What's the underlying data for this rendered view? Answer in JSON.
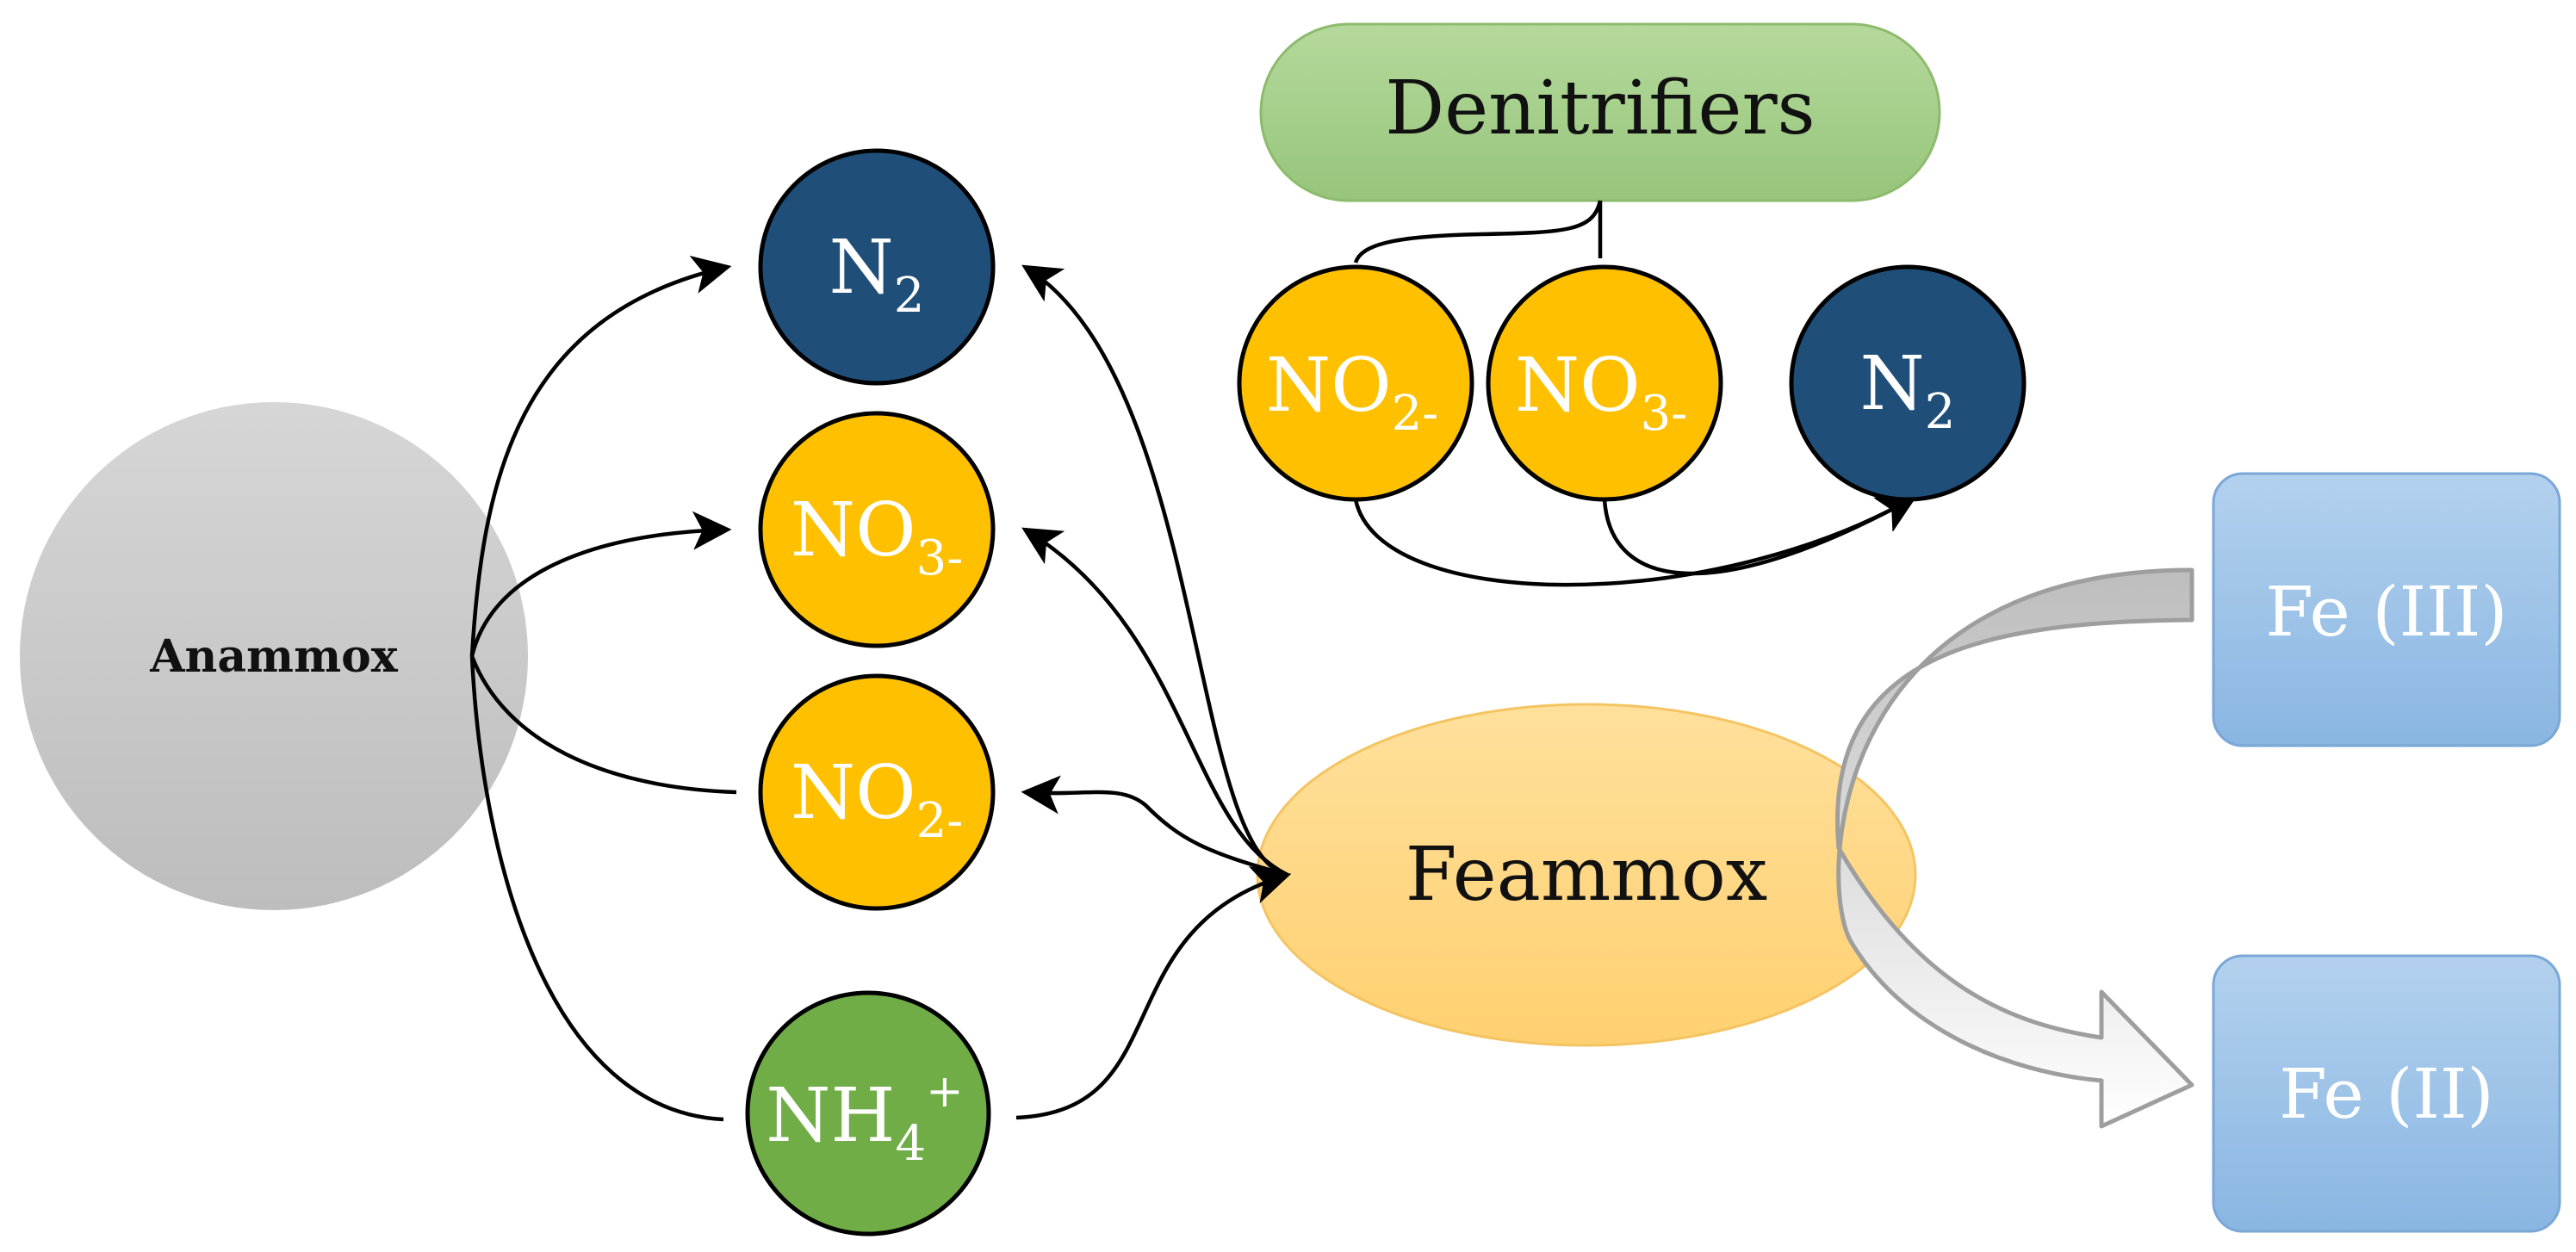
{
  "nodes": {
    "anammox": {
      "label": "Anammox"
    },
    "denitrifiers": {
      "label": "Denitrifiers"
    },
    "feammox": {
      "label": "Feammox"
    },
    "fe3": {
      "label": "Fe (III)"
    },
    "fe2": {
      "label": "Fe (II)"
    },
    "left_n2": {
      "base": "N",
      "sub": "2"
    },
    "left_no3": {
      "base": "NO",
      "sub": "3-"
    },
    "left_no2": {
      "base": "NO",
      "sub": "2-"
    },
    "nh4": {
      "base": "NH",
      "sub": "4",
      "sup": "+"
    },
    "den_no2": {
      "base": "NO",
      "sub": "2-"
    },
    "den_no3": {
      "base": "NO",
      "sub": "3-"
    },
    "den_n2": {
      "base": "N",
      "sub": "2"
    }
  },
  "colors": {
    "navy": "#1f4e79",
    "gold": "#ffc000",
    "green": "#70ad47",
    "grey": "#c7c7c7",
    "denitrifiers_fill": "#a8d08d",
    "feammox_fill": "#ffd98a",
    "fe_box": "#9dc3e6",
    "arrow": "#000000"
  }
}
